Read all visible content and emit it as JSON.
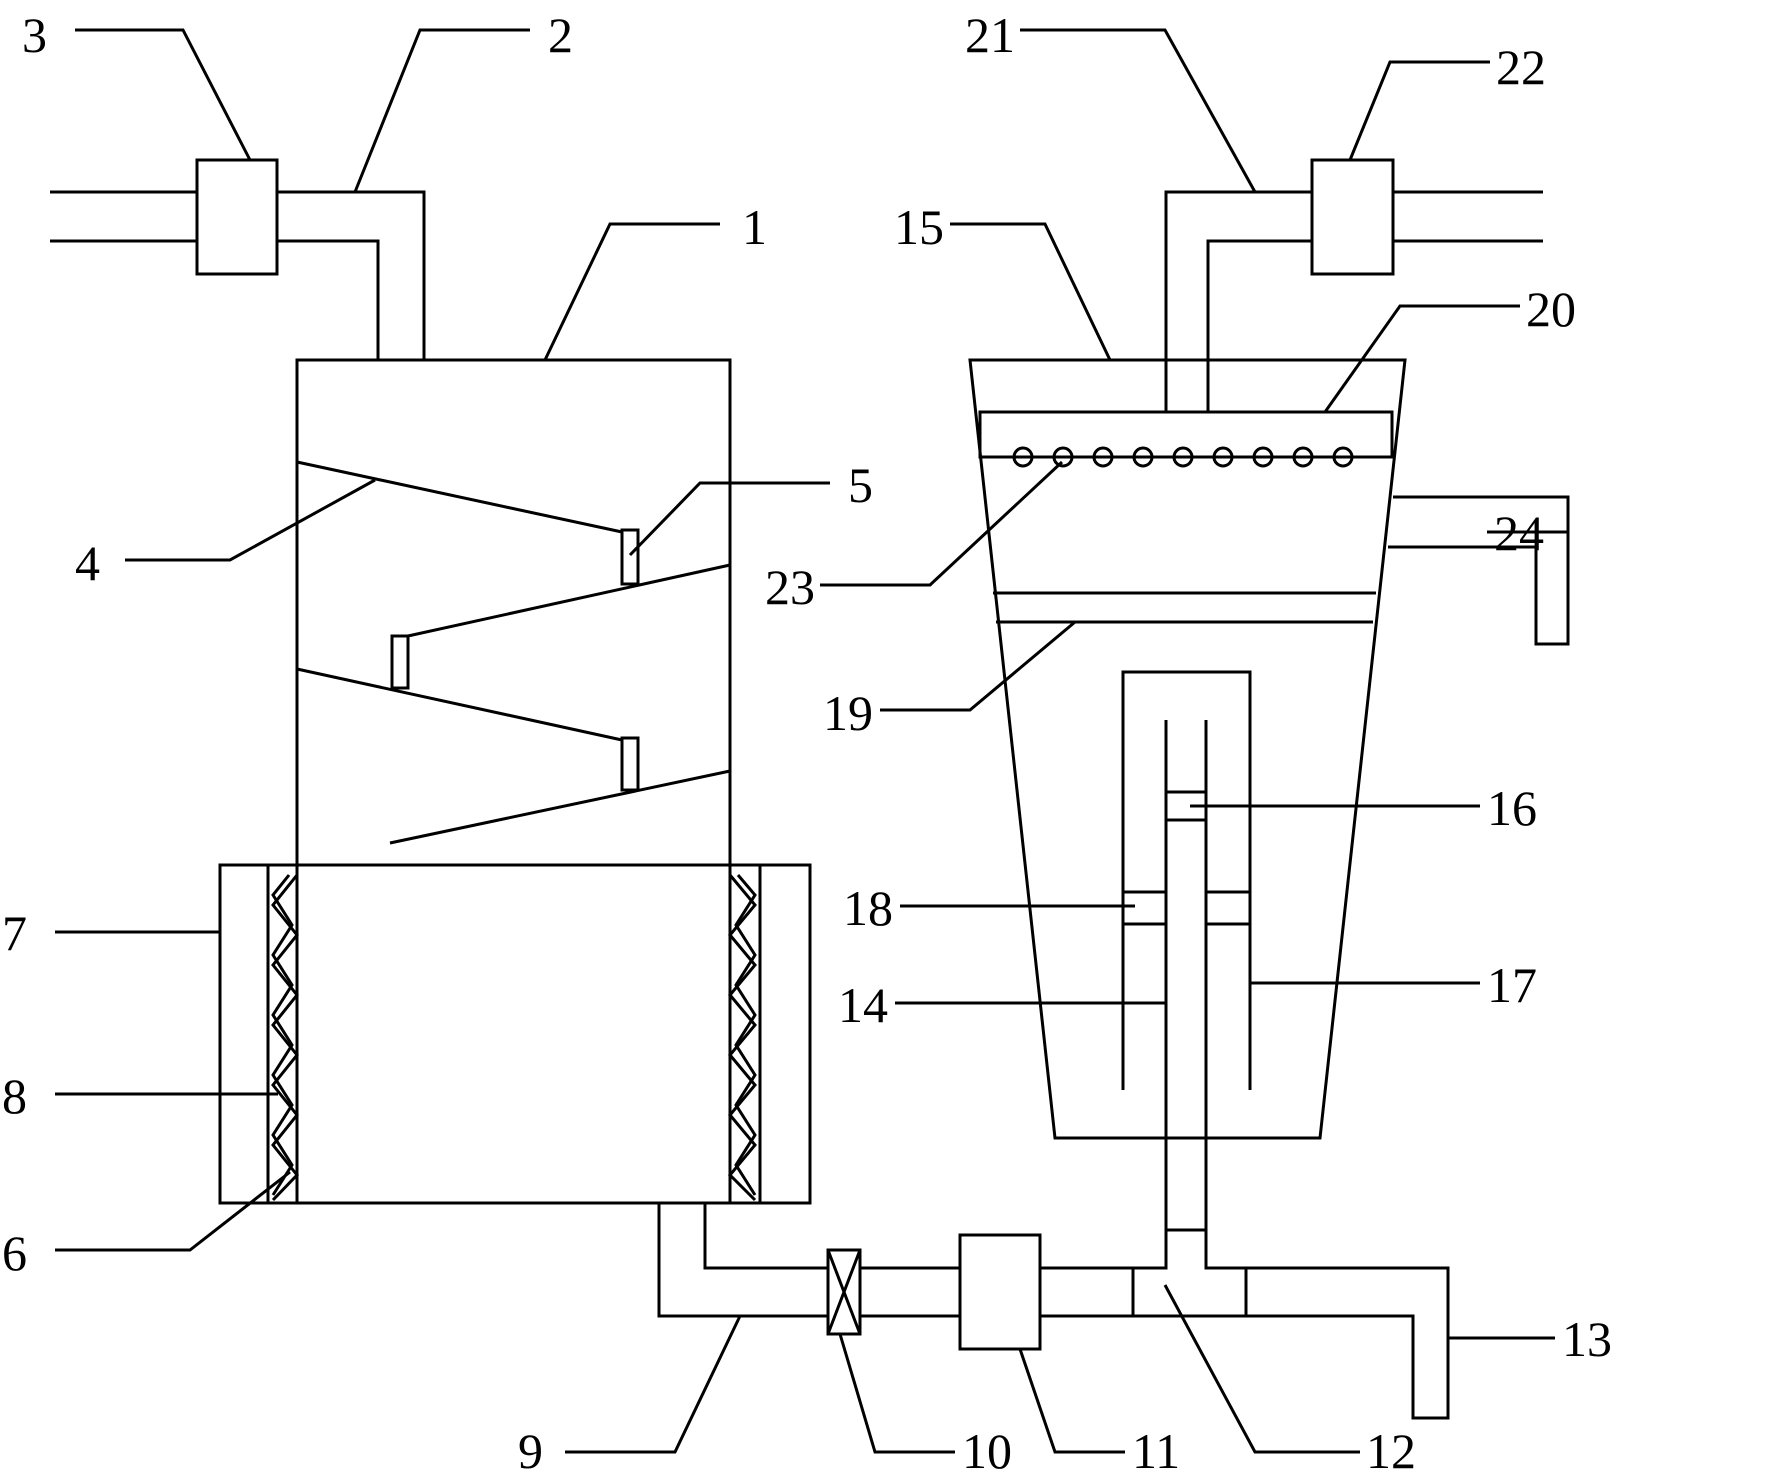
{
  "callouts": {
    "c1": "1",
    "c2": "2",
    "c3": "3",
    "c4": "4",
    "c5": "5",
    "c6": "6",
    "c7": "7",
    "c8": "8",
    "c9": "9",
    "c10": "10",
    "c11": "11",
    "c12": "12",
    "c13": "13",
    "c14": "14",
    "c15": "15",
    "c16": "16",
    "c17": "17",
    "c18": "18",
    "c19": "19",
    "c20": "20",
    "c21": "21",
    "c22": "22",
    "c23": "23",
    "c24": "24"
  },
  "colors": {
    "line": "#000000",
    "background": "#ffffff"
  }
}
